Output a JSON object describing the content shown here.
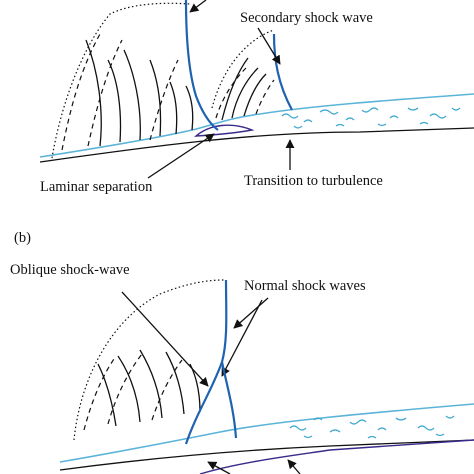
{
  "panel_a": {
    "labels": {
      "secondary_shock": "Secondary shock wave",
      "laminar_separation": "Laminar separation",
      "transition": "Transition to turbulence"
    }
  },
  "panel_b": {
    "tag": "(b)",
    "labels": {
      "oblique_shock": "Oblique shock-wave",
      "normal_shocks": "Normal shock waves"
    }
  },
  "colors": {
    "shock": "#1f63b0",
    "boundary_layer": "#5ab4d8",
    "separation_bubble": "#3a2a8a",
    "ink": "#111111"
  }
}
